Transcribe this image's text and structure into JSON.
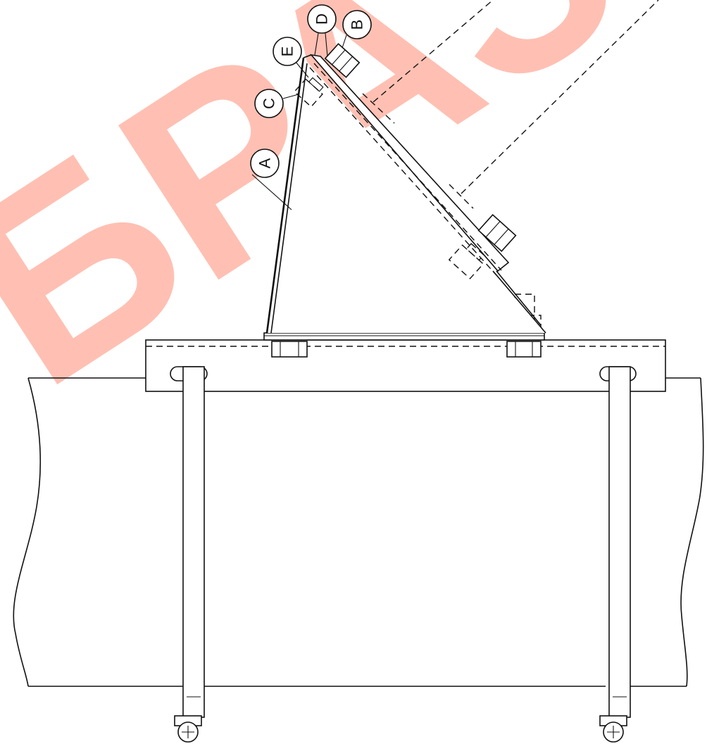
{
  "watermark": {
    "text": "БРАЗЕ",
    "color": "#ff6a4d"
  },
  "callouts": [
    {
      "id": "A",
      "label": "A"
    },
    {
      "id": "B",
      "label": "B"
    },
    {
      "id": "C",
      "label": "C"
    },
    {
      "id": "D",
      "label": "D"
    },
    {
      "id": "E",
      "label": "E"
    }
  ],
  "colors": {
    "line": "#111111",
    "background": "#ffffff"
  }
}
